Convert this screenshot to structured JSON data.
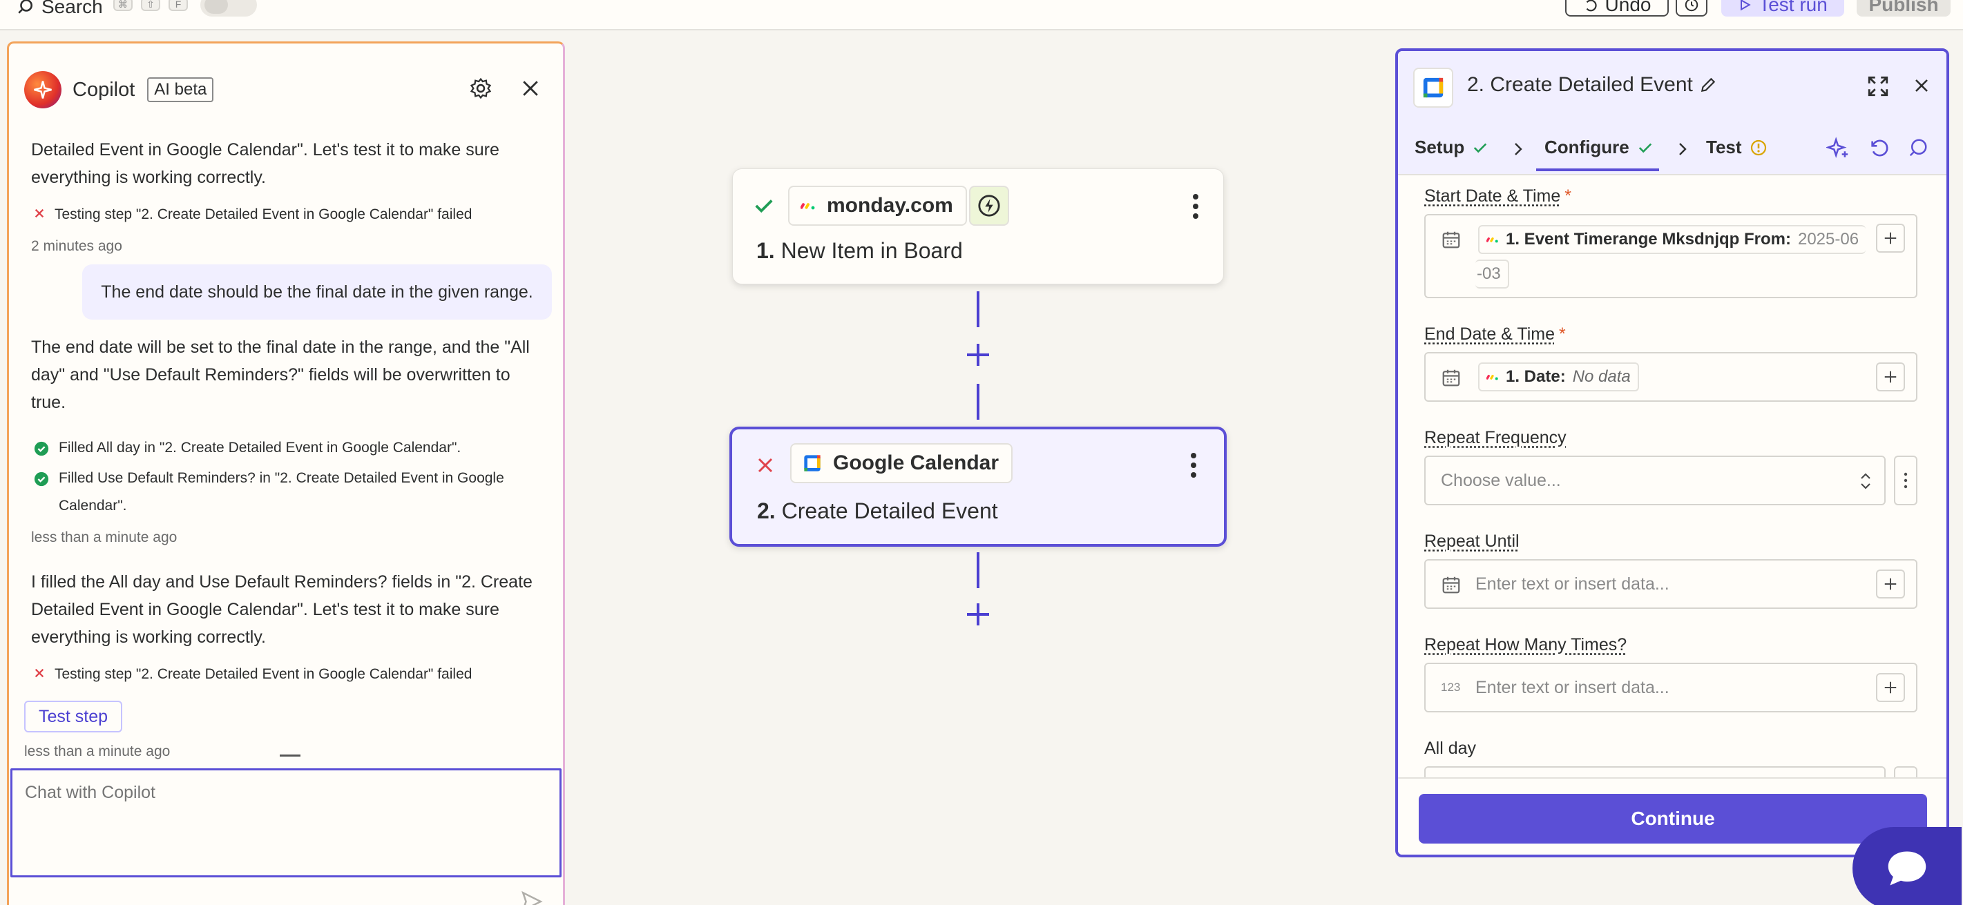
{
  "topbar": {
    "search_label": "Search",
    "kbd_keys": [
      "⌘",
      "⇧",
      "F"
    ],
    "undo_label": "Undo",
    "test_run_label": "Test run",
    "publish_label": "Publish"
  },
  "copilot": {
    "title": "Copilot",
    "badge": "AI beta",
    "messages": {
      "m1": "Detailed Event in Google Calendar\". Let's test it to make sure everything is working correctly.",
      "s1": "Testing step \"2. Create Detailed Event in Google Calendar\" failed",
      "t1": "2 minutes ago",
      "user": "The end date should be the final date in the given range.",
      "m2": "The end date will be set to the final date in the range, and the \"All day\" and \"Use Default Reminders?\" fields will be overwritten to true.",
      "s2": "Filled All day in \"2. Create Detailed Event in Google Calendar\".",
      "s3": "Filled Use Default Reminders? in \"2. Create Detailed Event in Google Calendar\".",
      "t2": "less than a minute ago",
      "m3": "I filled the All day and Use Default Reminders? fields in \"2. Create Detailed Event in Google Calendar\". Let's test it to make sure everything is working correctly.",
      "s4": "Testing step \"2. Create Detailed Event in Google Calendar\" failed",
      "t3": "less than a minute ago"
    },
    "test_step_label": "Test step",
    "chat_placeholder": "Chat with Copilot"
  },
  "canvas": {
    "node1": {
      "app": "monday.com",
      "number": "1.",
      "title": "New Item in Board"
    },
    "node2": {
      "app": "Google Calendar",
      "number": "2.",
      "title": "Create Detailed Event"
    }
  },
  "panel": {
    "title": "2. Create Detailed Event",
    "tabs": {
      "setup": "Setup",
      "configure": "Configure",
      "test": "Test"
    },
    "fields": {
      "start": {
        "label": "Start Date & Time",
        "required": "*",
        "pill_label": "1. Event Timerange Mksdnjqp From:",
        "pill_value_a": "2025-06",
        "pill_value_b": "-03"
      },
      "end": {
        "label": "End Date & Time",
        "required": "*",
        "pill_label": "1. Date:",
        "pill_value": "No data"
      },
      "repeat_freq": {
        "label": "Repeat Frequency",
        "placeholder": "Choose value..."
      },
      "repeat_until": {
        "label": "Repeat Until",
        "placeholder": "Enter text or insert data..."
      },
      "repeat_times": {
        "label": "Repeat How Many Times?",
        "placeholder": "Enter text or insert data...",
        "num_icon": "123"
      },
      "all_day": {
        "label": "All day"
      }
    },
    "continue_label": "Continue"
  },
  "colors": {
    "accent": "#5b4fd6",
    "success": "#1f9d55",
    "error": "#e0434b",
    "warning": "#d9a400"
  }
}
